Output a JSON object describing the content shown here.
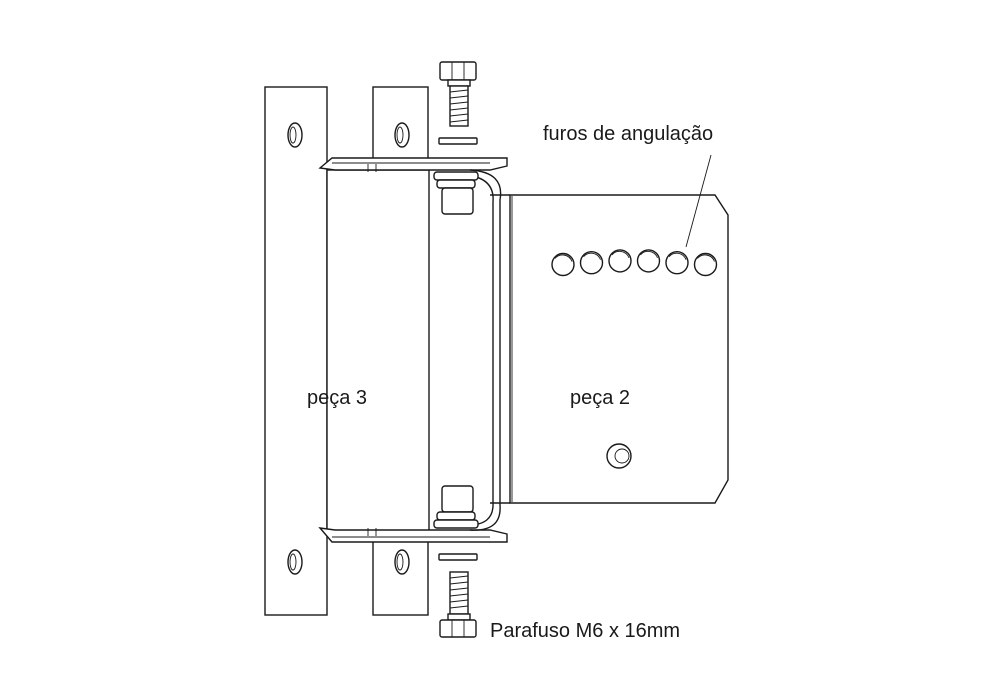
{
  "labels": {
    "angle_holes": "furos de angulação",
    "part3": "peça 3",
    "part2": "peça 2",
    "bolt": "Parafuso M6 x 16mm"
  },
  "colors": {
    "line": "#1a1a1a",
    "background": "#ffffff"
  },
  "angle_hole_count": 6
}
